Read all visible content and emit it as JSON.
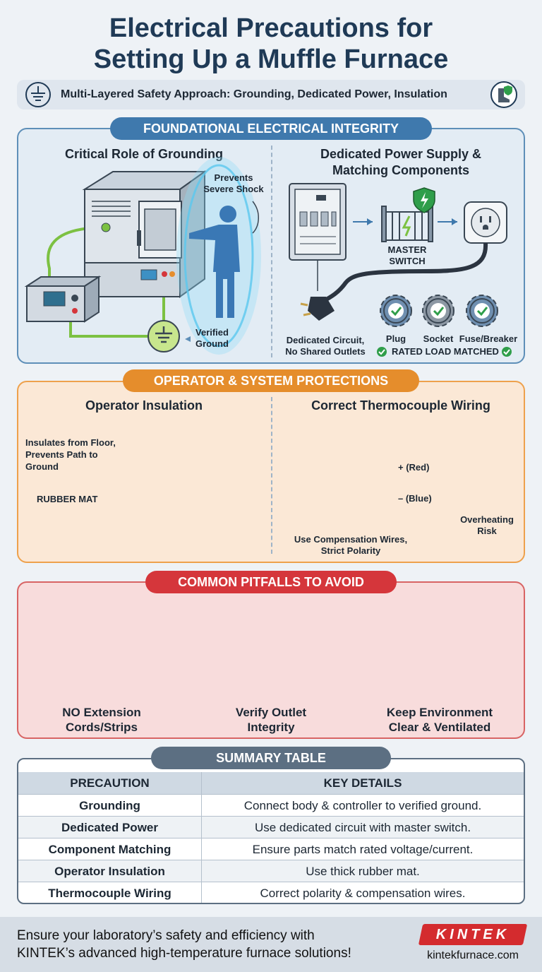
{
  "title": {
    "line1": "Electrical Precautions for",
    "line2": "Setting Up a Muffle Furnace"
  },
  "subtitle": "Multi-Layered Safety Approach: Grounding, Dedicated Power, Insulation",
  "section1": {
    "banner": "FOUNDATIONAL ELECTRICAL INTEGRITY",
    "left": {
      "heading": "Critical Role of Grounding",
      "prevents_line1": "Prevents",
      "prevents_line2": "Severe Shock",
      "verified_line1": "Verified",
      "verified_line2": "Ground"
    },
    "right": {
      "heading_line1": "Dedicated Power Supply &",
      "heading_line2": "Matching Components",
      "master_line1": "MASTER",
      "master_line2": "SWITCH",
      "dedicated_line1": "Dedicated Circuit,",
      "dedicated_line2": "No Shared Outlets",
      "gear_plug": "Plug",
      "gear_socket": "Socket",
      "gear_fuse": "Fuse/Breaker",
      "rated": "RATED LOAD MATCHED"
    }
  },
  "section2": {
    "banner": "OPERATOR & SYSTEM PROTECTIONS",
    "left": {
      "heading": "Operator Insulation",
      "insulates_line1": "Insulates from Floor,",
      "insulates_line2": "Prevents Path to",
      "insulates_line3": "Ground",
      "mat": "RUBBER MAT"
    },
    "right": {
      "heading": "Correct Thermocouple Wiring",
      "red": "+ (Red)",
      "blue": "– (Blue)",
      "comp_line1": "Use Compensation Wires,",
      "comp_line2": "Strict Polarity",
      "overheat_line1": "Overheating",
      "overheat_line2": "Risk"
    }
  },
  "section3": {
    "banner": "COMMON PITFALLS TO AVOID",
    "items": [
      {
        "line1": "NO Extension",
        "line2": "Cords/Strips"
      },
      {
        "line1": "Verify Outlet",
        "line2": "Integrity"
      },
      {
        "line1": "Keep Environment",
        "line2": "Clear & Ventilated"
      }
    ]
  },
  "summary": {
    "banner": "SUMMARY TABLE",
    "headers": [
      "PRECAUTION",
      "KEY DETAILS"
    ],
    "rows": [
      {
        "precaution": "Grounding",
        "details": "Connect body & controller to verified ground."
      },
      {
        "precaution": "Dedicated Power",
        "details": "Use dedicated circuit with master switch."
      },
      {
        "precaution": "Component Matching",
        "details": "Ensure parts match rated voltage/current."
      },
      {
        "precaution": "Operator Insulation",
        "details": "Use thick rubber mat."
      },
      {
        "precaution": "Thermocouple Wiring",
        "details": "Correct polarity & compensation wires."
      }
    ]
  },
  "footer": {
    "line1": "Ensure your laboratory’s safety and efficiency with",
    "line2": "KINTEK’s advanced high-temperature furnace solutions!",
    "logo": "KINTEK",
    "site": "kintekfurnace.com"
  },
  "colors": {
    "blue_banner": "#3f79ad",
    "orange_banner": "#e58d2c",
    "red_banner": "#d5363b",
    "ground_green": "#7cc142",
    "check_green": "#2f9e4a",
    "brand_red": "#d42b2e"
  },
  "icons": [
    "ground-symbol-icon",
    "boot-shield-icon",
    "shield-bolt-icon",
    "warning-icon",
    "thermometer-icon",
    "fire-icon",
    "x-mark-icon",
    "question-icon"
  ]
}
